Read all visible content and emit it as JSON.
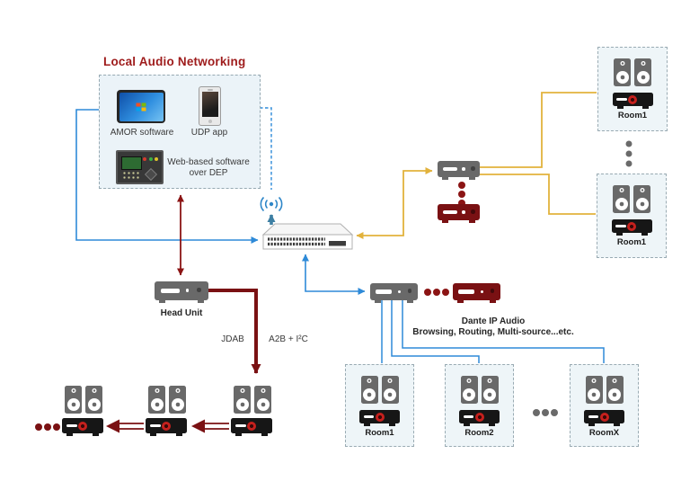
{
  "diagram_title": "Local Audio Networking",
  "software_box": {
    "amor_label": "AMOR software",
    "udp_label": "UDP app",
    "web_label_line1": "Web-based software",
    "web_label_line2": "over DEP"
  },
  "head_unit": {
    "label": "Head Unit"
  },
  "bus_labels": {
    "left": "JDAB",
    "right": "A2B + I²C"
  },
  "dante_note": {
    "line1": "Dante IP Audio",
    "line2": "Browsing, Routing,  Multi-source...etc."
  },
  "rooms_right": [
    {
      "label": "Room1"
    },
    {
      "label": "Room1"
    }
  ],
  "rooms_bottom": [
    {
      "label": "Room1"
    },
    {
      "label": "Room2"
    },
    {
      "label": "RoomX"
    }
  ],
  "icons": {
    "wifi": "wifi-antenna-icon",
    "switch": "network-switch-icon",
    "laptop": "laptop-icon",
    "smartphone": "smartphone-icon",
    "control_panel": "control-panel-icon",
    "speaker": "speaker-icon",
    "amplifier": "amplifier-icon"
  },
  "colors": {
    "title_red": "#9E1B1B",
    "maroon_line": "#8B1414",
    "maroon_device": "#7A1113",
    "gold_line": "#E2B23C",
    "blue_line": "#2E8AD8",
    "teal_arrow": "#3D7FA3",
    "gray_device": "#696969",
    "black_device": "#161616",
    "box_fill": "#ECF4F8"
  }
}
